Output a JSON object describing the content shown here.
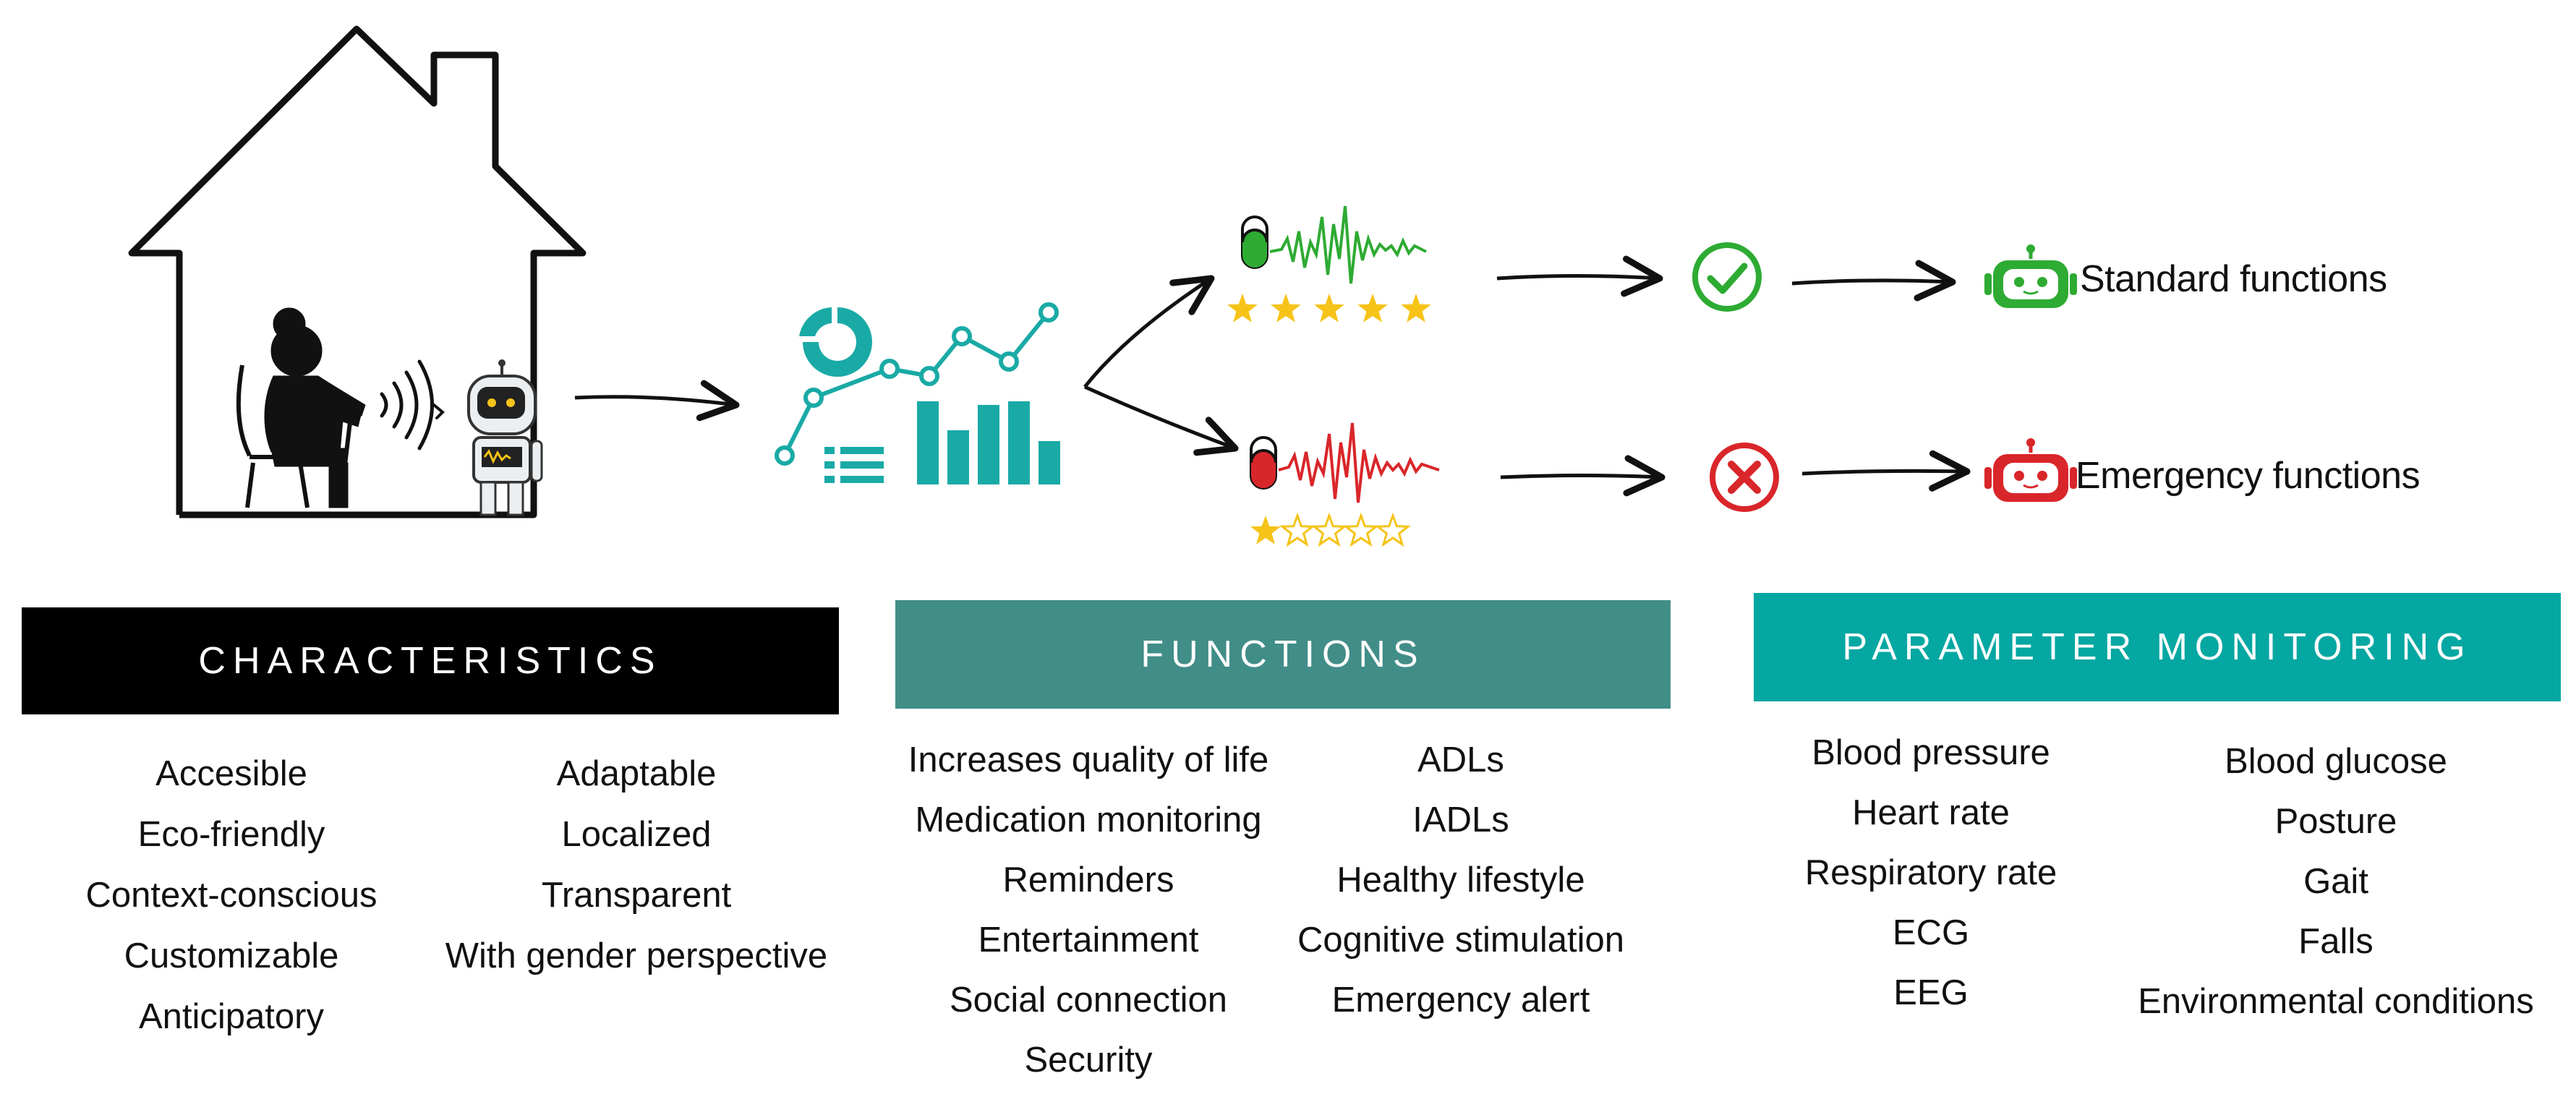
{
  "outcomes": {
    "standard_label": "Standard functions",
    "emergency_label": "Emergency functions"
  },
  "colors": {
    "characteristics_header": "#000000",
    "functions_header": "#418d88",
    "parameter_header": "#04a7a2",
    "analytics_teal": "#1aaaa6",
    "good_green": "#2eab33",
    "alert_red": "#d9262a",
    "star_yellow": "#f6c318"
  },
  "ratings": {
    "good_stars": 5,
    "poor_stars": 1,
    "max_stars": 5
  },
  "characteristics": {
    "title": "CHARACTERISTICS",
    "left": [
      "Accesible",
      "Eco-friendly",
      "Context-conscious",
      "Customizable",
      "Anticipatory"
    ],
    "right": [
      "Adaptable",
      "Localized",
      "Transparent",
      "With gender perspective"
    ]
  },
  "functions": {
    "title": "FUNCTIONS",
    "left": [
      "Increases quality  of life",
      "Medication monitoring",
      "Reminders",
      "Entertainment",
      "Social connection",
      "Security"
    ],
    "right": [
      "ADLs",
      "IADLs",
      "Healthy lifestyle",
      "Cognitive stimulation",
      "Emergency alert"
    ]
  },
  "parameter_monitoring": {
    "title": "PARAMETER MONITORING",
    "left": [
      "Blood pressure",
      "Heart rate",
      "Respiratory rate",
      "ECG",
      "EEG"
    ],
    "right": [
      "Blood glucose",
      "Posture",
      "Gait",
      "Falls",
      "Environmental conditions"
    ]
  }
}
